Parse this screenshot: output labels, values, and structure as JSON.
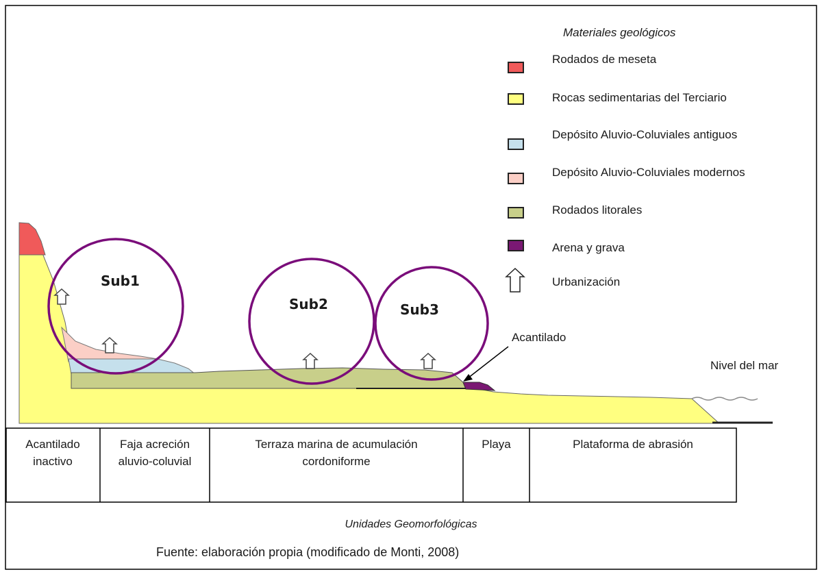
{
  "legend": {
    "title": "Materiales geológicos",
    "items": [
      {
        "label": "Rodados de meseta",
        "color": "#f05a5a"
      },
      {
        "label": "Rocas sedimentarias  del Terciario",
        "color": "#ffff80"
      },
      {
        "label": "Depósito Aluvio-Coluviales antiguos",
        "color": "#c5e0ec"
      },
      {
        "label": "Depósito Aluvio-Coluviales modernos",
        "color": "#fbcfc6"
      },
      {
        "label": "Rodados litorales",
        "color": "#c8cf8a"
      },
      {
        "label": "Arena y grava",
        "color": "#7a1873"
      },
      {
        "label": "Urbanización",
        "icon": "house-icon"
      }
    ]
  },
  "zones": [
    "Sub1",
    "Sub2",
    "Sub3"
  ],
  "annotations": {
    "cliff": "Acantilado",
    "sea_level": "Nivel del mar"
  },
  "units": [
    "Acantilado inactivo",
    "Faja acreción aluvio-coluvial",
    "Terraza marina de acumulación cordoniforme",
    "Playa",
    "Plataforma de abrasión"
  ],
  "units_title": "Unidades Geomorfológicas",
  "source": "Fuente: elaboración propia (modificado de Monti, 2008)",
  "colors": {
    "circle": "#7a0d7a",
    "seabed": "#222222",
    "outline": "#555555"
  }
}
